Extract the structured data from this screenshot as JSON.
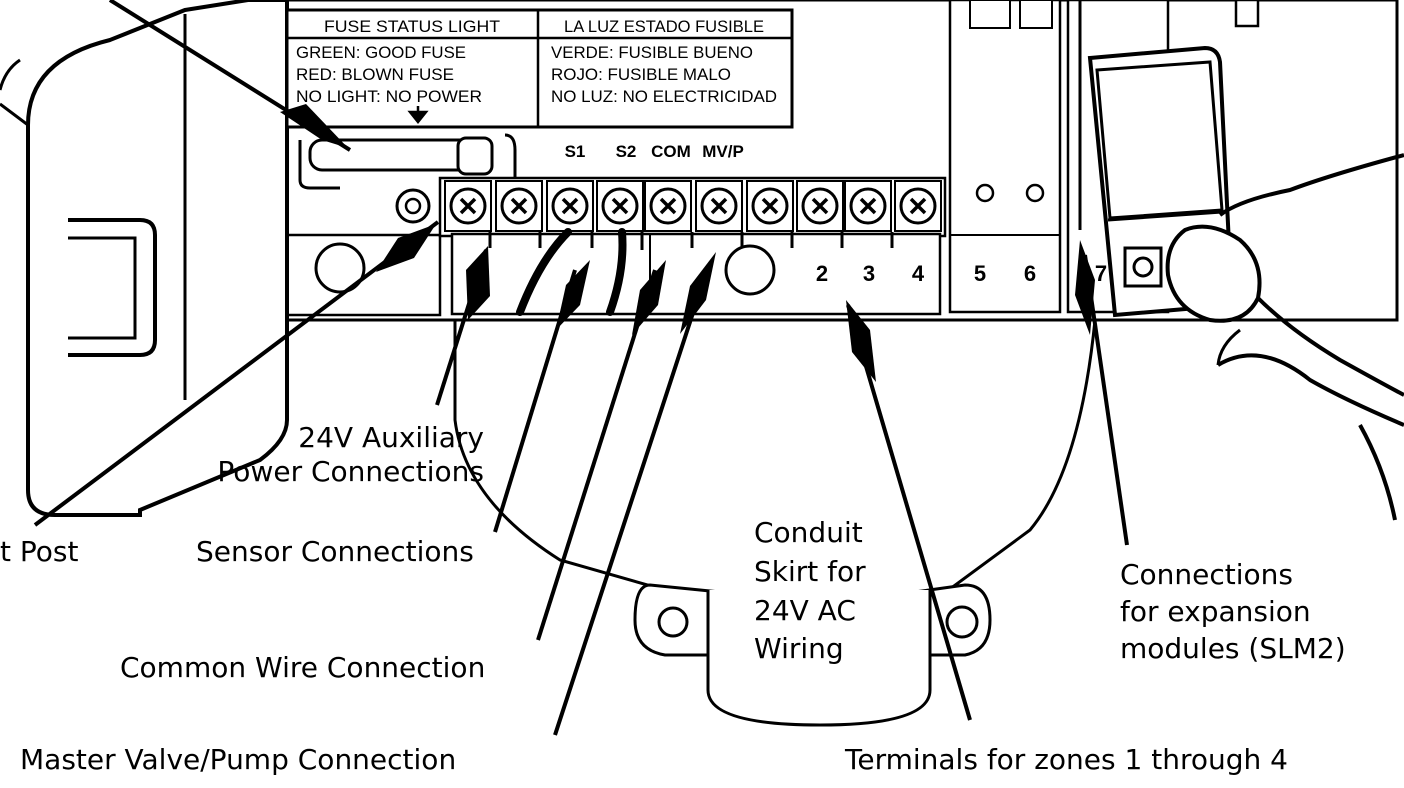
{
  "fuse_table": {
    "en_header": "FUSE STATUS LIGHT",
    "es_header": "LA LUZ ESTADO FUSIBLE",
    "en_lines": [
      "GREEN: GOOD FUSE",
      "RED: BLOWN FUSE",
      "NO LIGHT: NO POWER"
    ],
    "es_lines": [
      "VERDE: FUSIBLE BUENO",
      "ROJO: FUSIBLE MALO",
      "NO LUZ: NO ELECTRICIDAD"
    ]
  },
  "terminal_labels": {
    "s1": "S1",
    "s2": "S2",
    "com": "COM",
    "mvp": "MV/P"
  },
  "zone_numbers": [
    "2",
    "3",
    "4",
    "5",
    "6",
    "7"
  ],
  "callouts": {
    "aux_power_1": "24V Auxiliary",
    "aux_power_2": "Power Connections",
    "ground_post": "t Post",
    "sensor": "Sensor Connections",
    "common_wire": "Common Wire Connection",
    "master_valve": "Master Valve/Pump Connection",
    "conduit_1": "Conduit",
    "conduit_2": "Skirt for",
    "conduit_3": "24V AC",
    "conduit_4": "Wiring",
    "expansion_1": "Connections",
    "expansion_2": "for expansion",
    "expansion_3": "modules (SLM2)",
    "zones": "Terminals for zones 1 through 4"
  }
}
